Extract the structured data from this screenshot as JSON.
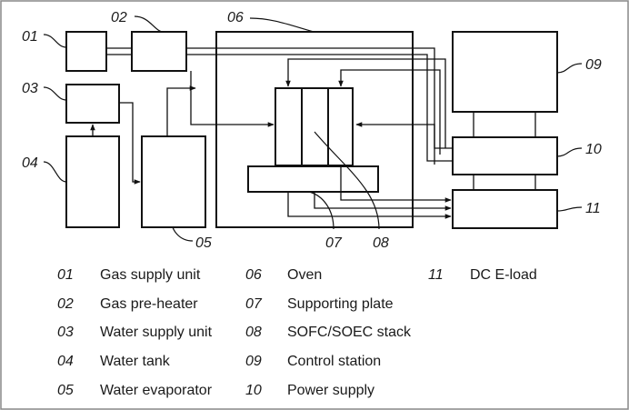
{
  "components": [
    {
      "num": "01",
      "label": "Gas supply unit"
    },
    {
      "num": "02",
      "label": "Gas pre-heater"
    },
    {
      "num": "03",
      "label": "Water supply unit"
    },
    {
      "num": "04",
      "label": "Water tank"
    },
    {
      "num": "05",
      "label": "Water evaporator"
    },
    {
      "num": "06",
      "label": "Oven"
    },
    {
      "num": "07",
      "label": "Supporting plate"
    },
    {
      "num": "08",
      "label": "SOFC/SOEC stack"
    },
    {
      "num": "09",
      "label": "Control station"
    },
    {
      "num": "10",
      "label": "Power supply"
    },
    {
      "num": "11",
      "label": "DC E-load"
    }
  ],
  "colors": {
    "stroke": "#111111",
    "background": "#ffffff",
    "frame": "#888888"
  }
}
